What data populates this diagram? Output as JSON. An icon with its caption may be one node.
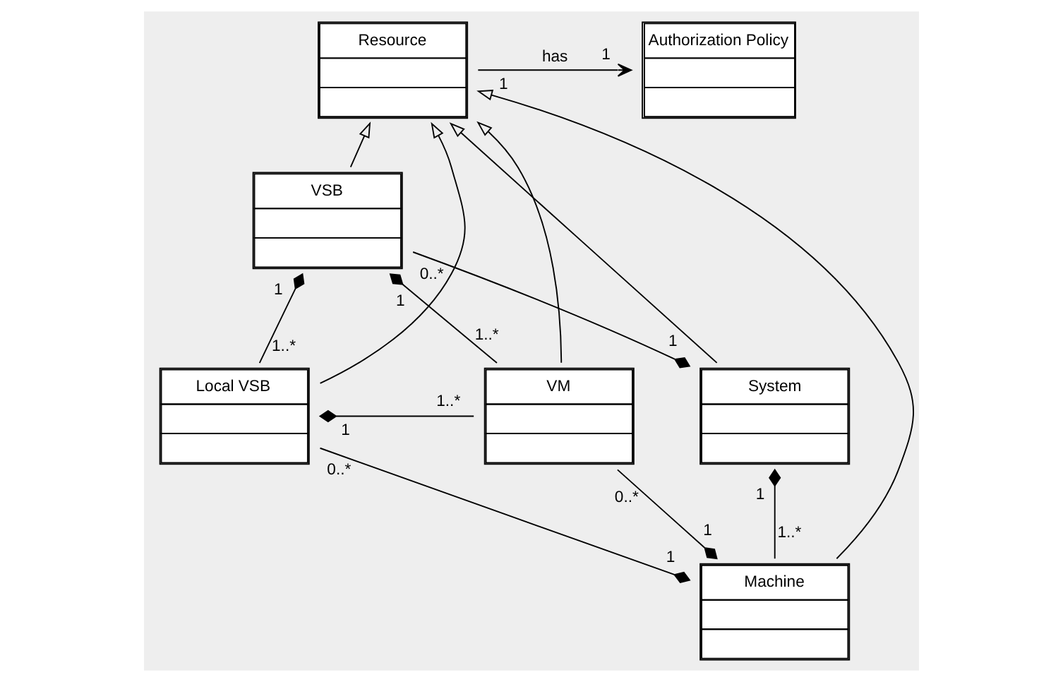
{
  "diagram": {
    "nodes": [
      {
        "text": [
          "Resource"
        ]
      },
      {
        "text": [
          "Authorization Policy"
        ]
      },
      {
        "text": [
          "VSB"
        ]
      },
      {
        "text": [
          "System"
        ]
      },
      {
        "text": [
          "Local VSB"
        ]
      },
      {
        "text": [
          "VM"
        ]
      },
      {
        "text": [
          "Machine"
        ]
      }
    ],
    "edges": [
      {
        "from": 0,
        "to": 1,
        "arrow": "to",
        "label": "has"
      },
      {
        "from": 6,
        "to": 0,
        "arrow": "to"
      },
      {
        "from": 3,
        "to": 0,
        "arrow": "to"
      },
      {
        "from": 2,
        "to": 0,
        "arrow": "to"
      },
      {
        "from": 4,
        "to": 0,
        "arrow": "to"
      },
      {
        "from": 5,
        "to": 0,
        "arrow": "to"
      },
      {
        "from": 2,
        "to": 5,
        "arrow": "other"
      },
      {
        "from": 2,
        "to": 4,
        "arrow": "other"
      },
      {
        "from": 3,
        "to": 2,
        "arrow": "other"
      },
      {
        "from": 4,
        "to": 5,
        "arrow": "other"
      },
      {
        "from": 3,
        "to": 6,
        "arrow": "other"
      },
      {
        "from": 6,
        "to": 4,
        "arrow": "other"
      },
      {
        "from": 6,
        "to": 5,
        "arrow": "other"
      }
    ],
    "labels": [
      "1",
      "1",
      "1",
      "0..*",
      "1",
      "1",
      "1..*",
      "1..*",
      "1",
      "1..*",
      "1",
      "0..*",
      "0..*",
      "1",
      "1..*",
      "1"
    ]
  }
}
